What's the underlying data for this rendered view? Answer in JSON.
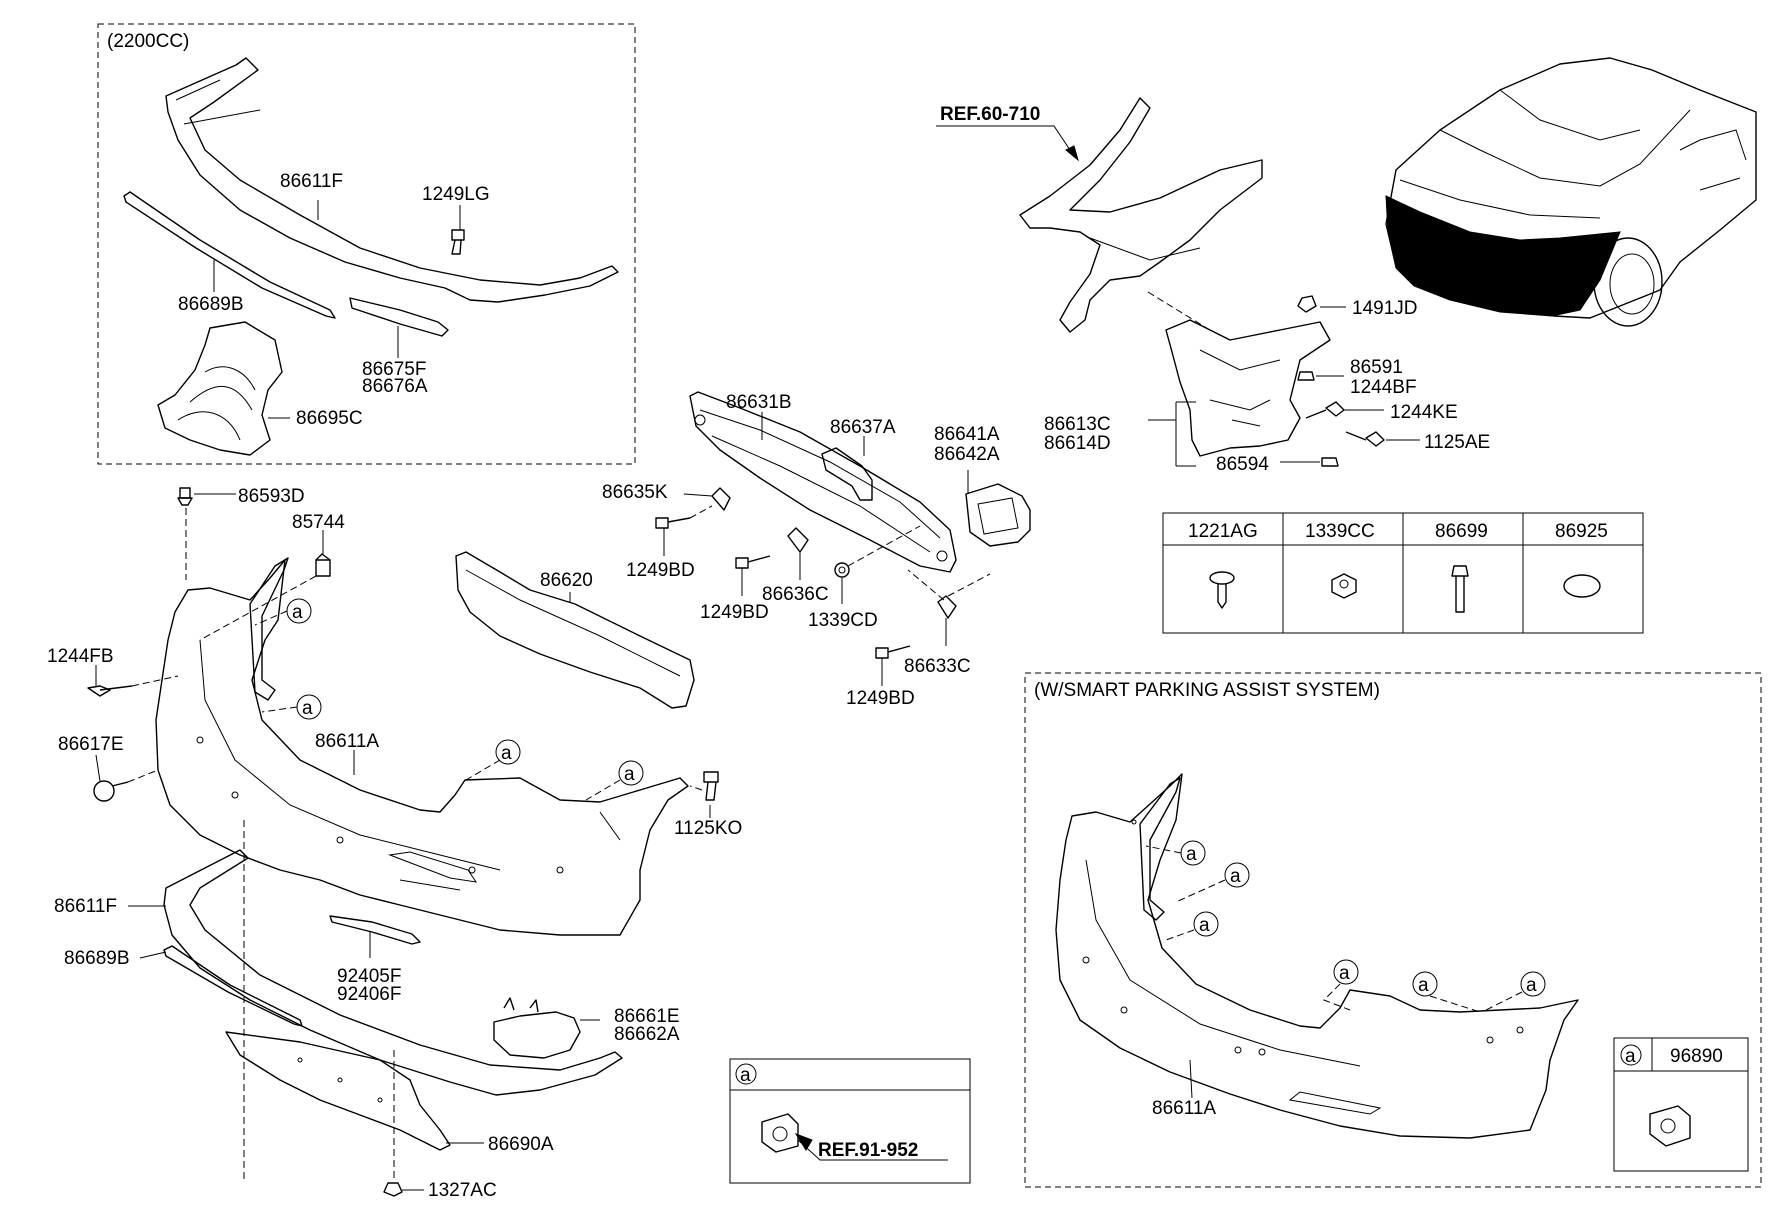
{
  "groups": {
    "engine_variant": "(2200CC)",
    "smart_parking": "(W/SMART PARKING ASSIST SYSTEM)"
  },
  "refs": {
    "ref_60_710": "REF.60-710",
    "ref_91_952": "REF.91-952"
  },
  "labels": {
    "p86611F_top": "86611F",
    "p1249LG": "1249LG",
    "p86689B_top": "86689B",
    "p86675F": "86675F",
    "p86676A": "86676A",
    "p86695C": "86695C",
    "p86593D": "86593D",
    "p85744": "85744",
    "p1244FB": "1244FB",
    "p86617E": "86617E",
    "p86611A_main": "86611A",
    "p1125KO": "1125KO",
    "p86611F_low": "86611F",
    "p86689B_low": "86689B",
    "p92405F": "92405F",
    "p92406F": "92406F",
    "p86661E": "86661E",
    "p86662A": "86662A",
    "p86690A": "86690A",
    "p1327AC": "1327AC",
    "p86620": "86620",
    "p86631B": "86631B",
    "p86637A": "86637A",
    "p86641A": "86641A",
    "p86642A": "86642A",
    "p86635K": "86635K",
    "p1249BD_1": "1249BD",
    "p1249BD_2": "1249BD",
    "p86636C": "86636C",
    "p1339CD": "1339CD",
    "p86633C": "86633C",
    "p1249BD_3": "1249BD",
    "p1491JD": "1491JD",
    "p86591": "86591",
    "p1244BF": "1244BF",
    "p1244KE": "1244KE",
    "p1125AE": "1125AE",
    "p86613C": "86613C",
    "p86614D": "86614D",
    "p86594": "86594",
    "p86611A_spas": "86611A"
  },
  "callout": "a",
  "fastener_table": {
    "headers": [
      "1221AG",
      "1339CC",
      "86699",
      "86925"
    ]
  },
  "sensor_box": {
    "marker": "a",
    "part": "96890"
  },
  "ref_box": {
    "marker": "a"
  }
}
